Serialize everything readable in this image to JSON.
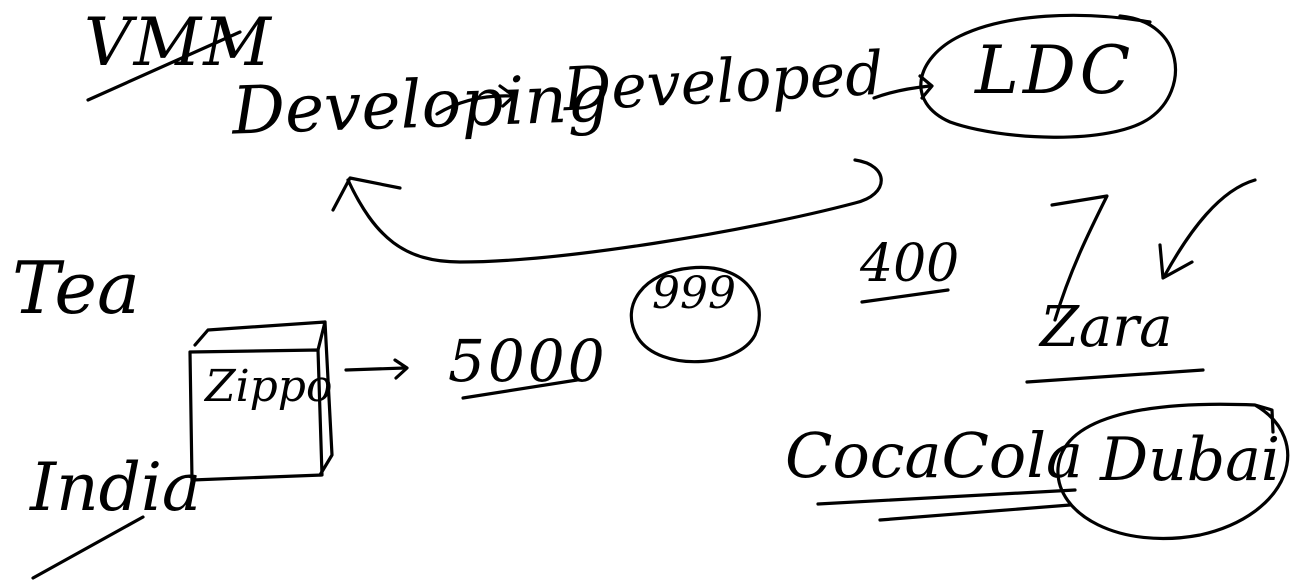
{
  "notes": {
    "vmm": "VMM",
    "developing": "Developing",
    "developed": "Developed",
    "ldc": "LDC",
    "tea": "Tea",
    "zippo": "Zippo",
    "price_5000": "5000",
    "price_999": "999",
    "price_400": "400",
    "zara": "Zara",
    "coca_cola": "CocaCola",
    "dubai": "Dubai",
    "india": "India"
  },
  "colors": {
    "ink": "#000000",
    "background": "#ffffff"
  }
}
